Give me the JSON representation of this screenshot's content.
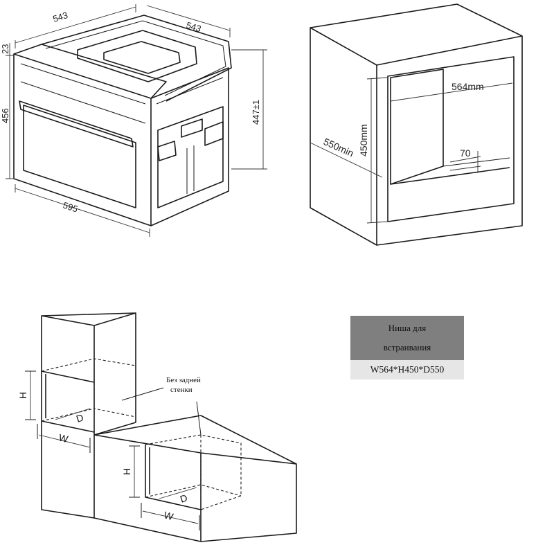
{
  "oven_drawing": {
    "dim_depth_left": "543",
    "dim_depth_right": "543",
    "dim_top_offset": "23",
    "dim_height": "456",
    "dim_cutout_height": "447±1",
    "dim_width": "595"
  },
  "niche_drawing": {
    "dim_width": "564mm",
    "dim_height": "450mm",
    "dim_depth": "550min",
    "dim_gap": "70"
  },
  "installation_drawing": {
    "label_no_back_wall_line1": "Без задней",
    "label_no_back_wall_line2": "стенки",
    "label_h_upper": "H",
    "label_d_upper": "D",
    "label_w_upper": "W",
    "label_h_lower": "H",
    "label_d_lower": "D",
    "label_w_lower": "W"
  },
  "niche_table": {
    "header_line1": "Ниша для",
    "header_line2": "встраивания",
    "value": "W564*H450*D550"
  }
}
